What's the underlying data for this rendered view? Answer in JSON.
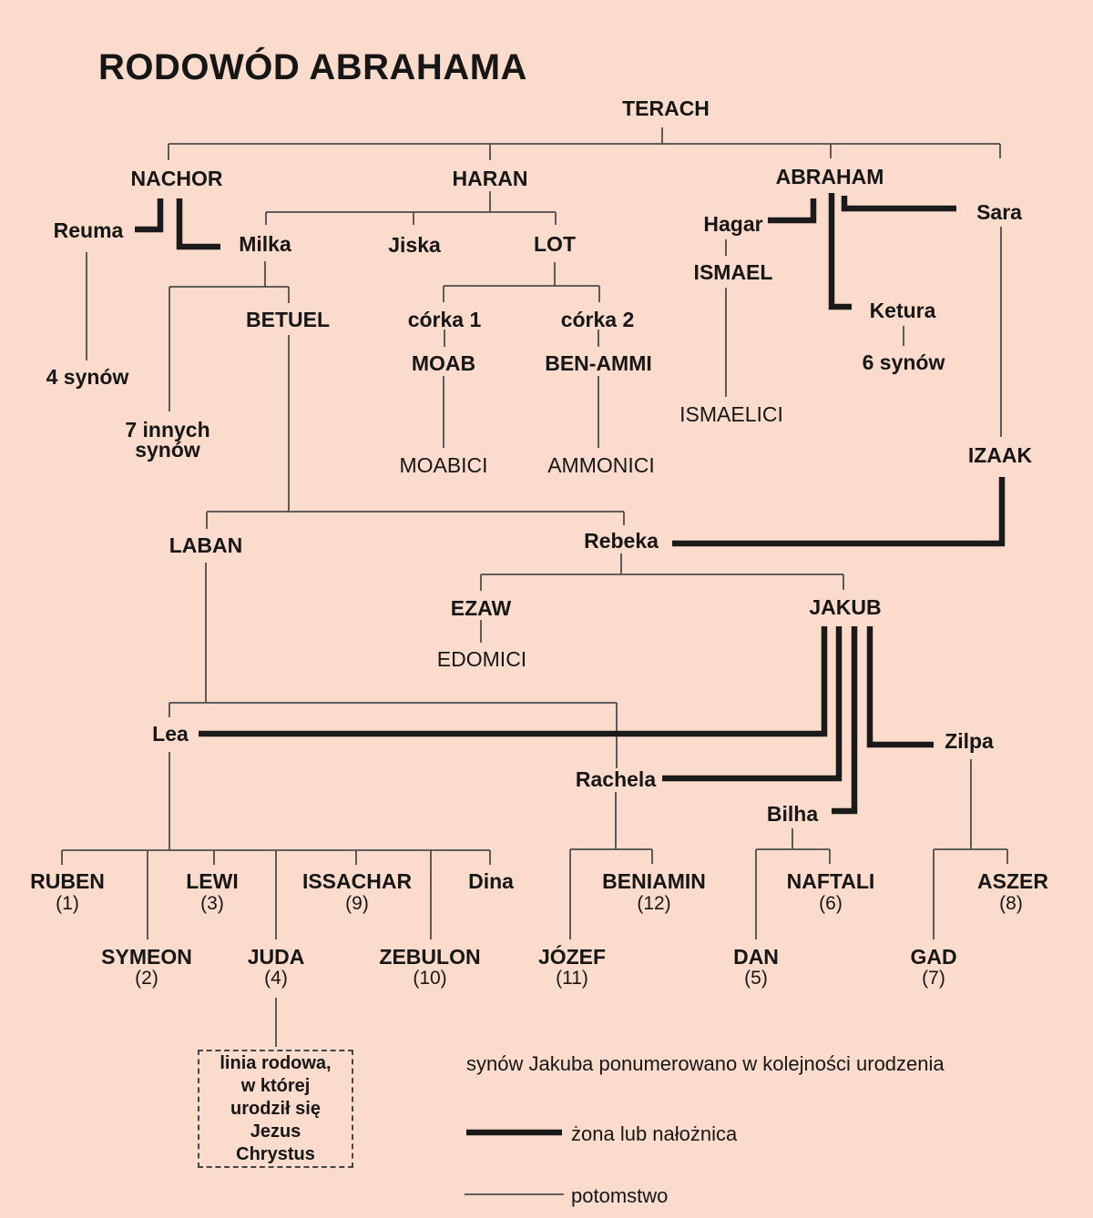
{
  "title": "RODOWÓD ABRAHAMA",
  "colors": {
    "background": "#fbdbcc",
    "line_thin": "#4d4d4d",
    "line_thick": "#1a1a1a",
    "text": "#161616",
    "dashed_border": "#444444"
  },
  "nodes": {
    "terach": "TERACH",
    "nachor": "NACHOR",
    "haran": "HARAN",
    "abraham": "ABRAHAM",
    "reuma": "Reuma",
    "milka": "Milka",
    "jiska": "Jiska",
    "lot": "LOT",
    "hagar": "Hagar",
    "sara": "Sara",
    "ketura": "Ketura",
    "ismael": "ISMAEL",
    "ismaelici": "ISMAELICI",
    "four_sons": "4 synów",
    "seven_sons_line1": "7 innych",
    "seven_sons_line2": "synów",
    "six_sons": "6 synów",
    "betuel": "BETUEL",
    "corka1": "córka 1",
    "corka2": "córka 2",
    "moab": "MOAB",
    "ben_ammi": "BEN-AMMI",
    "moabici": "MOABICI",
    "ammonici": "AMMONICI",
    "izaak": "IZAAK",
    "laban": "LABAN",
    "rebeka": "Rebeka",
    "ezaw": "EZAW",
    "edomici": "EDOMICI",
    "jakub": "JAKUB",
    "lea": "Lea",
    "rachela": "Rachela",
    "bilha": "Bilha",
    "zilpa": "Zilpa",
    "dina": "Dina"
  },
  "jacob_sons": {
    "ruben": {
      "name": "RUBEN",
      "num": "(1)"
    },
    "symeon": {
      "name": "SYMEON",
      "num": "(2)"
    },
    "lewi": {
      "name": "LEWI",
      "num": "(3)"
    },
    "juda": {
      "name": "JUDA",
      "num": "(4)"
    },
    "dan": {
      "name": "DAN",
      "num": "(5)"
    },
    "naftali": {
      "name": "NAFTALI",
      "num": "(6)"
    },
    "gad": {
      "name": "GAD",
      "num": "(7)"
    },
    "aszer": {
      "name": "ASZER",
      "num": "(8)"
    },
    "issachar": {
      "name": "ISSACHAR",
      "num": "(9)"
    },
    "zebulon": {
      "name": "ZEBULON",
      "num": "(10)"
    },
    "jozef": {
      "name": "JÓZEF",
      "num": "(11)"
    },
    "beniamin": {
      "name": "BENIAMIN",
      "num": "(12)"
    }
  },
  "note_box": {
    "lines": [
      "linia rodowa,",
      "w której",
      "urodził się",
      "Jezus",
      "Chrystus"
    ]
  },
  "legend": {
    "caption": "synów Jakuba ponumerowano w kolejności urodzenia",
    "thick_label": "żona lub nałożnica",
    "thin_label": "potomstwo"
  }
}
